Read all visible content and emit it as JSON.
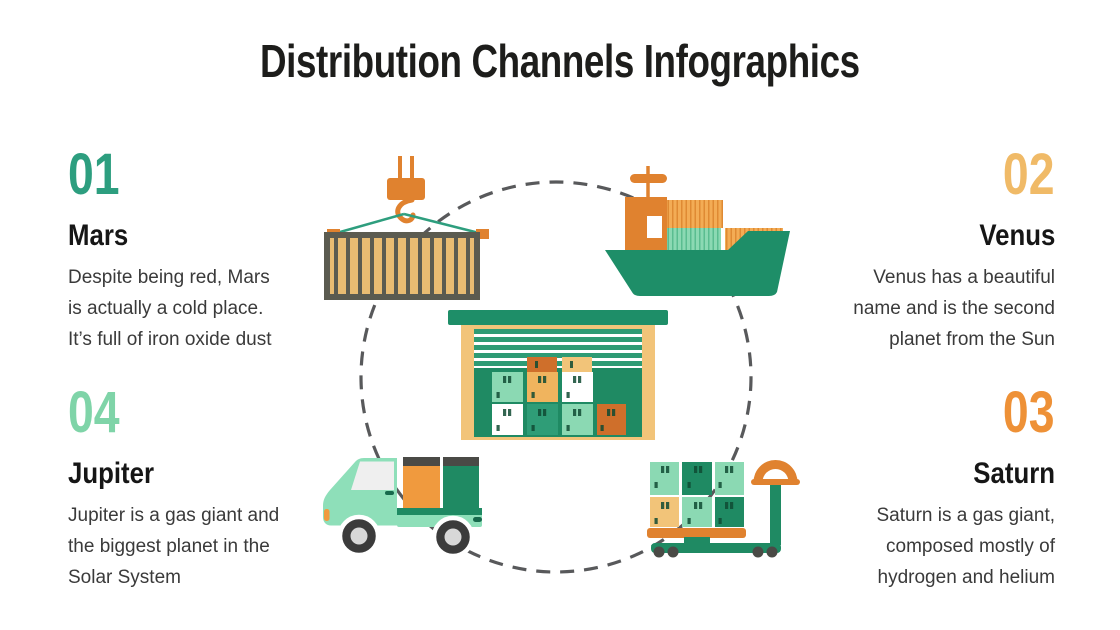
{
  "title": "Distribution Channels Infographics",
  "sections": [
    {
      "number": "01",
      "name": "Mars",
      "description_lines": [
        "Despite being red, Mars",
        "is actually a cold place.",
        "It’s full of iron oxide dust"
      ],
      "color": "#2D9E7F",
      "position": "top-left"
    },
    {
      "number": "02",
      "name": "Venus",
      "description_lines": [
        "Venus has a beautiful",
        "name and is the second",
        "planet from the Sun"
      ],
      "color": "#F0BA67",
      "position": "top-right"
    },
    {
      "number": "03",
      "name": "Saturn",
      "description_lines": [
        "Saturn is a gas giant,",
        "composed mostly of",
        "hydrogen and helium"
      ],
      "color": "#EE9137",
      "position": "bottom-right"
    },
    {
      "number": "04",
      "name": "Jupiter",
      "description_lines": [
        "Jupiter is a gas giant and",
        "the biggest planet in the",
        "Solar System"
      ],
      "color": "#7FD4A8",
      "position": "bottom-left"
    }
  ],
  "illustrations": {
    "arrangement": "dashed-circle cycle",
    "icons": [
      "crane-hook-container-icon",
      "cargo-ship-icon",
      "warehouse-icon",
      "pallet-trolley-icon",
      "delivery-truck-icon"
    ]
  },
  "colors": {
    "title_text": "#1D1D1B",
    "body_text": "#3A3A3A",
    "dashed_circle": "#58595B",
    "green_main": "#1E8E68",
    "green_mid": "#2E9B74",
    "mint": "#8BD9B3",
    "orange": "#E0822F",
    "orange_bright": "#F09A3E",
    "tan": "#F2C479",
    "dark_orange": "#CF6F2B",
    "container_frame": "#5B5B50",
    "wheel_dark": "#3B3B3B"
  }
}
